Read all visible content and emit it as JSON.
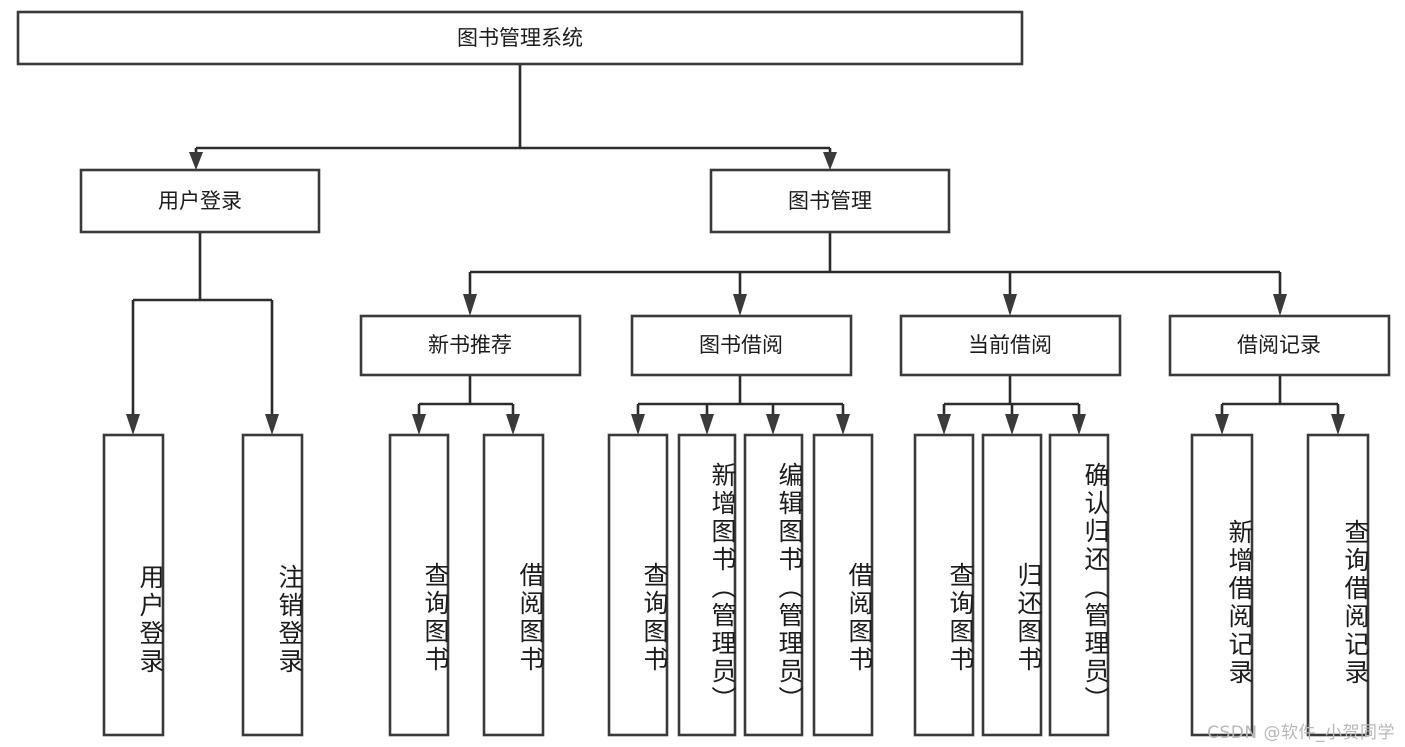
{
  "diagram": {
    "type": "tree-hierarchy-chart",
    "title": "图书管理系统",
    "orientation": "top-down",
    "colors": {
      "box_fill": "#ffffff",
      "box_stroke": "#3a3a3a",
      "connector": "#2b2b2b",
      "text": "#1c1c1c",
      "watermark": "#b8b8b8",
      "background": "#ffffff"
    },
    "levels": {
      "root": {
        "id": "root",
        "label": "图书管理系统",
        "orientation": "horizontal"
      },
      "level2": [
        {
          "id": "user-login",
          "label": "用户登录",
          "orientation": "horizontal"
        },
        {
          "id": "book-management",
          "label": "图书管理",
          "orientation": "horizontal"
        }
      ],
      "level3": [
        {
          "id": "new-book-recommend",
          "label": "新书推荐",
          "orientation": "horizontal",
          "parent": "book-management"
        },
        {
          "id": "book-borrow",
          "label": "图书借阅",
          "orientation": "horizontal",
          "parent": "book-management"
        },
        {
          "id": "current-borrow",
          "label": "当前借阅",
          "orientation": "horizontal",
          "parent": "book-management"
        },
        {
          "id": "borrow-record",
          "label": "借阅记录",
          "orientation": "horizontal",
          "parent": "book-management"
        }
      ],
      "leaves": [
        {
          "id": "leaf-user-login",
          "label": "用户登录",
          "orientation": "vertical",
          "parent": "user-login"
        },
        {
          "id": "leaf-logout",
          "label": "注销登录",
          "orientation": "vertical",
          "parent": "user-login"
        },
        {
          "id": "leaf-query-book-1",
          "label": "查询图书",
          "orientation": "vertical",
          "parent": "new-book-recommend"
        },
        {
          "id": "leaf-borrow-book-1",
          "label": "借阅图书",
          "orientation": "vertical",
          "parent": "new-book-recommend"
        },
        {
          "id": "leaf-query-book-2",
          "label": "查询图书",
          "orientation": "vertical",
          "parent": "book-borrow"
        },
        {
          "id": "leaf-add-book",
          "label": "新增图书（管理员）",
          "orientation": "vertical",
          "parent": "book-borrow"
        },
        {
          "id": "leaf-edit-book",
          "label": "编辑图书（管理员）",
          "orientation": "vertical",
          "parent": "book-borrow"
        },
        {
          "id": "leaf-borrow-book-2",
          "label": "借阅图书",
          "orientation": "vertical",
          "parent": "book-borrow"
        },
        {
          "id": "leaf-query-book-3",
          "label": "查询图书",
          "orientation": "vertical",
          "parent": "current-borrow"
        },
        {
          "id": "leaf-return-book",
          "label": "归还图书",
          "orientation": "vertical",
          "parent": "current-borrow"
        },
        {
          "id": "leaf-confirm-return",
          "label": "确认归还（管理员）",
          "orientation": "vertical",
          "parent": "current-borrow"
        },
        {
          "id": "leaf-add-record",
          "label": "新增借阅记录",
          "orientation": "vertical",
          "parent": "borrow-record"
        },
        {
          "id": "leaf-query-record",
          "label": "查询借阅记录",
          "orientation": "vertical",
          "parent": "borrow-record"
        }
      ]
    }
  },
  "watermark": {
    "text": "CSDN @软件_小贺同学"
  }
}
